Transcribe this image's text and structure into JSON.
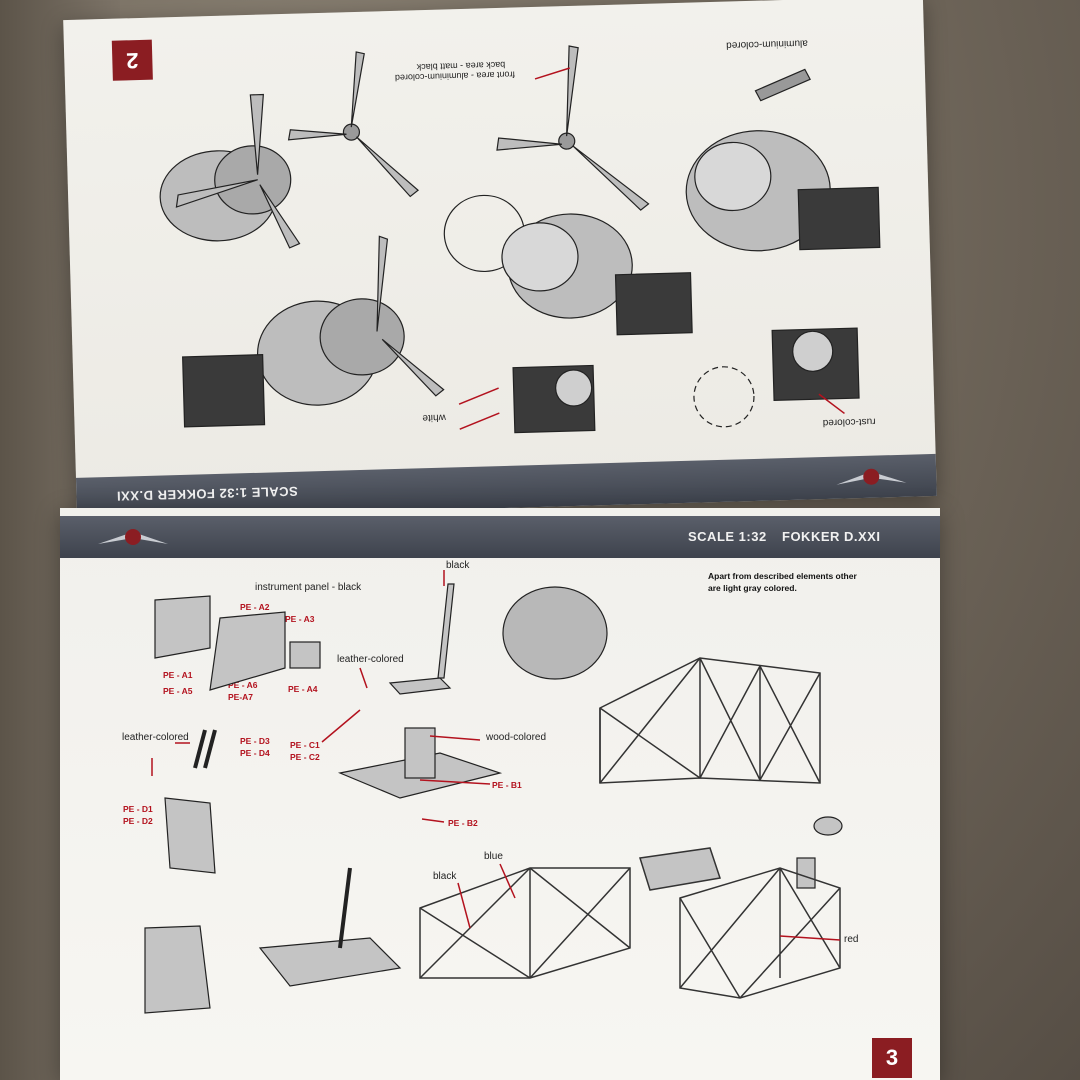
{
  "top_page": {
    "page_number": "2",
    "labels": {
      "aluminium": "aluminium-colored",
      "front_area": "front area - aluminium-colored",
      "back_area": "back area - matt black",
      "white": "white",
      "rust": "rust-colored"
    },
    "banner": {
      "text": "SCALE 1:32     FOKKER D.XXI"
    }
  },
  "bottom_page": {
    "banner": {
      "scale": "SCALE 1:32",
      "model": "FOKKER D.XXI"
    },
    "note": "Apart from described elements other are light gray colored.",
    "labels": {
      "instrument_panel": "instrument panel - black",
      "pe_a1": "PE - A1",
      "pe_a2": "PE - A2",
      "pe_a3": "PE - A3",
      "pe_a4": "PE - A4",
      "pe_a5": "PE - A5",
      "pe_a6": "PE - A6",
      "pe_a7": "PE-A7",
      "black_stick": "black",
      "leather_seat_belts": "leather-colored",
      "leather_rudder": "leather-colored",
      "pe_c1": "PE - C1",
      "pe_c2": "PE - C2",
      "pe_d1": "PE - D1",
      "pe_d2": "PE - D2",
      "pe_d3": "PE - D3",
      "pe_d4": "PE - D4",
      "wood": "wood-colored",
      "pe_b1": "PE - B1",
      "pe_b2": "PE - B2",
      "black_frame": "black",
      "blue": "blue",
      "red": "red"
    },
    "page_number": "3"
  },
  "colors": {
    "paper": "#f4f3ef",
    "banner": "#4a4f59",
    "accent_red": "#8b1d22",
    "label_red": "#b3121e",
    "part_gray": "#b5b5b5"
  }
}
